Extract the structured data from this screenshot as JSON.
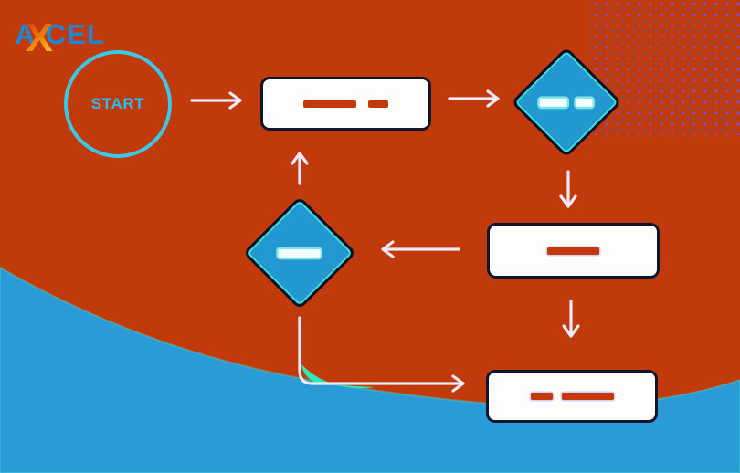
{
  "logo": {
    "part_a": "A",
    "part_x": "X",
    "part_cel": "CEL",
    "word": "AXCEL"
  },
  "flowchart": {
    "start_label": "START",
    "nodes": [
      {
        "id": "start",
        "type": "circle",
        "label": "START"
      },
      {
        "id": "process-1",
        "type": "process-box",
        "content": "placeholder-dashes-long-short"
      },
      {
        "id": "decision-1",
        "type": "decision-diamond",
        "content": "placeholder-dashes-two"
      },
      {
        "id": "process-2",
        "type": "process-box",
        "content": "placeholder-dash-single"
      },
      {
        "id": "decision-2",
        "type": "decision-diamond",
        "content": "placeholder-dash-single"
      },
      {
        "id": "process-3",
        "type": "process-box",
        "content": "placeholder-dashes-short-long"
      }
    ],
    "edges": [
      {
        "from": "start",
        "to": "process-1",
        "shape": "straight-right"
      },
      {
        "from": "process-1",
        "to": "decision-1",
        "shape": "straight-right"
      },
      {
        "from": "decision-1",
        "to": "process-2",
        "shape": "straight-down"
      },
      {
        "from": "process-2",
        "to": "decision-2",
        "shape": "straight-left"
      },
      {
        "from": "decision-2",
        "to": "process-1",
        "shape": "straight-up"
      },
      {
        "from": "process-2",
        "to": "process-3",
        "shape": "straight-down"
      },
      {
        "from": "decision-2",
        "to": "process-3",
        "shape": "elbow-down-right"
      }
    ]
  },
  "colors": {
    "background_orange": "#C13A0B",
    "wave_blue": "#2B9BD7",
    "diamond_blue": "#2397CF",
    "node_border_navy": "#11162E",
    "arrow_lavender": "#EFE9FB",
    "accent_cyan": "#3BC7E6",
    "accent_teal": "#2EE8B4",
    "dash_orange": "#C2390B",
    "logo_blue": "#1E86D7",
    "logo_x_gradient": [
      "#E5430A",
      "#F7BE2A"
    ],
    "dot_purple": "#7A54D2"
  }
}
